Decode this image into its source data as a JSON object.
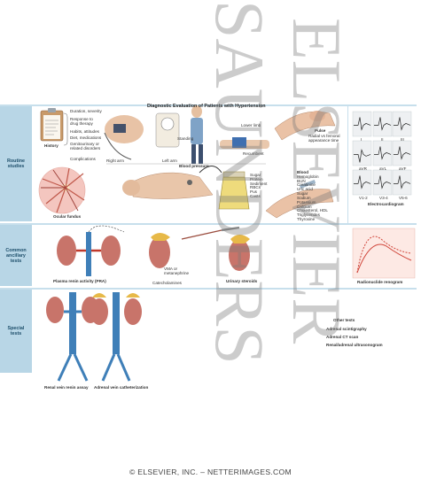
{
  "title": "Diagnostic Evaluation of Patients with Hypertension",
  "bands": {
    "routine": "Routine studies",
    "ancillary": "Common ancillary tests",
    "special": "Special tests"
  },
  "history": {
    "label": "History",
    "items": [
      "Duration, severity",
      "Response to drug therapy",
      "Habits, attitudes",
      "Diet, medications",
      "Genitourinary or related disorders",
      "Complications"
    ]
  },
  "blood_pressure": {
    "label": "Blood pressure",
    "right_arm": "Right arm",
    "left_arm": "Left arm",
    "standing": "Standing",
    "lower_limb": "Lower limb",
    "recumbent": "Recumbent"
  },
  "pulse": {
    "label": "Pulse",
    "detail": "Radial vs femoral appearance time"
  },
  "ecg": {
    "label": "Electrocardiogram",
    "leads": [
      "I",
      "II",
      "III",
      "aVR",
      "aVL",
      "aVF",
      "V1-2",
      "V3-4",
      "V5-6"
    ]
  },
  "ocular": {
    "label": "Ocular fundus"
  },
  "urinalysis": {
    "items": [
      "Sugar",
      "Protein",
      "Sediment",
      "RBCs",
      "Pus",
      "Casts"
    ]
  },
  "blood": {
    "label": "Blood",
    "items": [
      "Hemoglobin",
      "BUN",
      "Creatinine",
      "Uric acid",
      "Sugar",
      "Sodium",
      "Potassium",
      "Calcium",
      "Cholesterol, HDL",
      "Triglycerides",
      "Thyroxine"
    ]
  },
  "ancillary": {
    "pra": "Plasma renin activity (PRA)",
    "vma": "VMA or metanephrine",
    "catecholamines": "Catecholamines",
    "steroids": "Urinary steroids",
    "renogram": "Radionuclide renogram"
  },
  "special": {
    "renal_vein": "Renal vein renin assay",
    "adrenal_vein": "Adrenal vein catheterization",
    "other_title": "Other tests",
    "other_items": [
      "Adrenal scintigraphy",
      "Adrenal CT scan",
      "Renal/adrenal ultrasonogram"
    ]
  },
  "watermark": {
    "line1": "SAUNDERS",
    "line2": "ELSEVIER"
  },
  "footer": "© ELSEVIER, INC. – NETTERIMAGES.COM",
  "colors": {
    "band": "#b8d6e6",
    "band_text": "#1e4f6b",
    "kidney": "#c8746a",
    "vessel": "#3f7fb8",
    "adrenal": "#e7b948",
    "urine": "#e9d36a"
  }
}
